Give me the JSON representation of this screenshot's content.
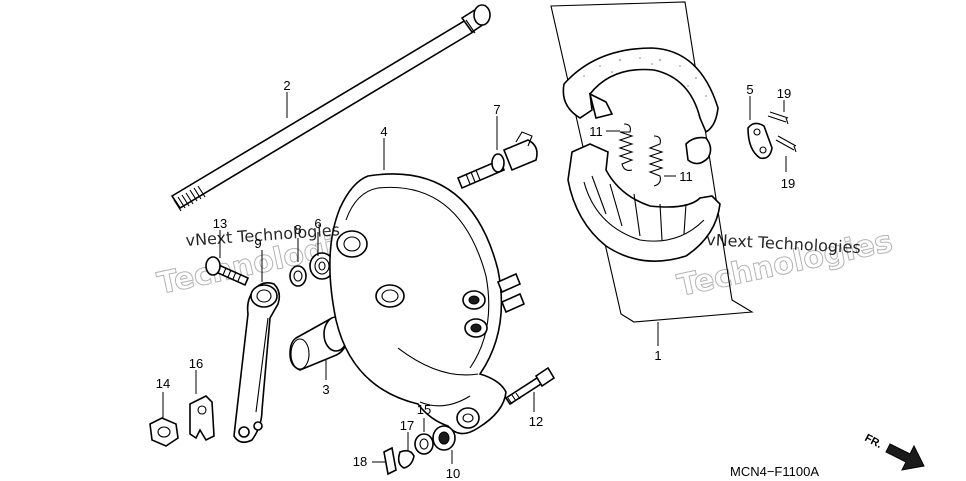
{
  "callouts": {
    "c1": "1",
    "c2": "2",
    "c3": "3",
    "c4": "4",
    "c5": "5",
    "c6": "6",
    "c7": "7",
    "c8": "8",
    "c9": "9",
    "c10": "10",
    "c11a": "11",
    "c11b": "11",
    "c12": "12",
    "c13": "13",
    "c14": "14",
    "c15": "15",
    "c16": "16",
    "c17": "17",
    "c18": "18",
    "c19a": "19",
    "c19b": "19"
  },
  "diagram_code": "MCN4−F1100A",
  "direction_label": "FR.",
  "watermark": {
    "small": "vNext Technologies",
    "large": "Technologies"
  }
}
